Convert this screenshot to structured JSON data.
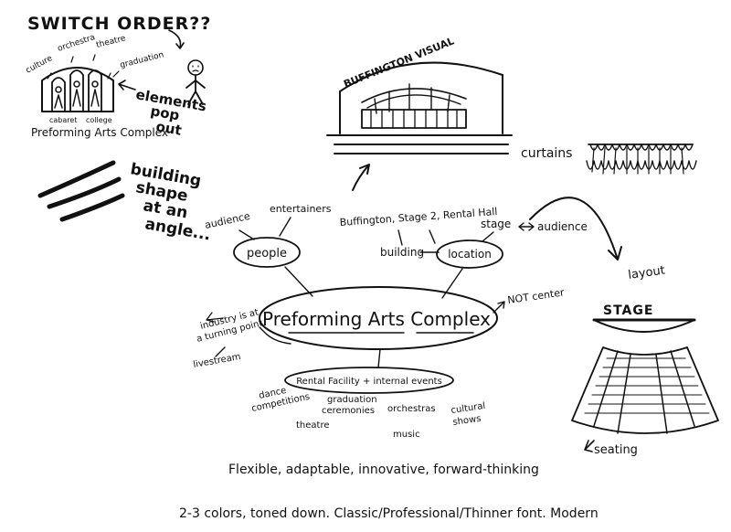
{
  "topleft": {
    "title": "SWITCH ORDER??",
    "labels": [
      "culture",
      "orchestra",
      "theatre",
      "graduation",
      "elements",
      "pop",
      "out",
      "cabaret",
      "college",
      "Preforming Arts Complex"
    ]
  },
  "building_note": [
    "building",
    "shape",
    "at an",
    "angle..."
  ],
  "visual": {
    "label": "BUFFINGTON VISUAL"
  },
  "curtains": "curtains",
  "mindmap": {
    "center": "Preforming Arts Complex",
    "people": "people",
    "audience": "audience",
    "entertainers": "entertainers",
    "location": "location",
    "building": "building",
    "locations_list": "Buffington, Stage 2, Rental Hall",
    "stage": "stage",
    "stage_audience": "audience",
    "not_center": "NOT center",
    "industry": [
      "industry is at",
      "a turning point"
    ],
    "livestream": "livestream",
    "rental": "Rental Facility + internal events",
    "events": [
      "dance",
      "competitions",
      "graduation",
      "ceremonies",
      "theatre",
      "orchestras",
      "music",
      "cultural",
      "shows"
    ]
  },
  "layout": {
    "label": "layout",
    "stage": "STAGE",
    "seating": "seating"
  },
  "notes": {
    "adjectives": "Flexible, adaptable, innovative, forward-thinking",
    "style": "2-3 colors, toned down. Classic/Professional/Thinner font. Modern"
  }
}
